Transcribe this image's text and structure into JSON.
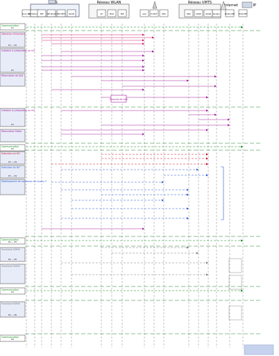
{
  "header": {
    "ms_label": "MS",
    "res_wlan_label": "Réseau WLAN",
    "res_umts_label": "Réseau UMTS",
    "internet_label": "Internet",
    "hote_label": "Hôte IP"
  },
  "lifelines": [
    {
      "label": "Envoi MIP"
    },
    {
      "label": "Contrôle MIPM"
    },
    {
      "label": "MIP"
    },
    {
      "label": "MIP WLAN"
    },
    {
      "label": "MIP UMTS"
    },
    {
      "label": "WLAN"
    },
    {
      "label": "AP"
    },
    {
      "label": "MAG"
    },
    {
      "label": "MIP"
    },
    {
      "label": "AAA"
    },
    {
      "label": "P-CSCF"
    },
    {
      "label": "PDG"
    },
    {
      "label": "RNC"
    },
    {
      "label": "SGSN"
    },
    {
      "label": "GGSN"
    },
    {
      "label": "Routeur"
    },
    {
      "label": "Mobile MIP"
    },
    {
      "label": "Hôte MIP"
    }
  ],
  "left_panels": [
    {
      "label": "Communication",
      "sub": "P1"
    },
    {
      "label": "Détection d'interface",
      "sub": "P1 — P2"
    },
    {
      "label": "Initiation & préparation au HO",
      "sub": "P2"
    },
    {
      "label": "Réservation de QoS",
      "sub": ""
    },
    {
      "label": "Initiation & préparation au HO",
      "sub": "P2"
    },
    {
      "label": "Réservation Fiable",
      "sub": ""
    },
    {
      "label": "Communication",
      "sub": "P2"
    },
    {
      "label": "Exécution du HO",
      "sub": "P3 — P4"
    },
    {
      "label": "Exécution du HO",
      "sub": "P3 — P4"
    },
    {
      "label": "Établissement de connexion de niveau 3",
      "sub": ""
    },
    {
      "label": "Communication",
      "sub": "P4 — P5"
    },
    {
      "label": "Procédure MIPv6",
      "sub": "P4 — P5"
    },
    {
      "label": "Procédure MIPv6",
      "sub": ""
    },
    {
      "label": "Communication",
      "sub": "P5"
    },
    {
      "label": "Procédure MIPv6",
      "sub": "P5 — P6"
    },
    {
      "label": "Communication",
      "sub": "P6"
    }
  ],
  "messages": [
    {
      "text": ""
    },
    {
      "text": ""
    },
    {
      "text": ""
    },
    {
      "text": ""
    },
    {
      "text": ""
    },
    {
      "text": ""
    },
    {
      "text": ""
    },
    {
      "text": ""
    },
    {
      "text": ""
    },
    {
      "text": ""
    },
    {
      "text": ""
    },
    {
      "text": ""
    },
    {
      "text": ""
    },
    {
      "text": ""
    },
    {
      "text": ""
    },
    {
      "text": ""
    },
    {
      "text": ""
    },
    {
      "text": ""
    },
    {
      "text": ""
    },
    {
      "text": ""
    },
    {
      "text": ""
    },
    {
      "text": ""
    },
    {
      "text": ""
    },
    {
      "text": ""
    },
    {
      "text": ""
    },
    {
      "text": ""
    },
    {
      "text": ""
    },
    {
      "text": ""
    },
    {
      "text": ""
    },
    {
      "text": ""
    },
    {
      "text": ""
    },
    {
      "text": ""
    },
    {
      "text": ""
    },
    {
      "text": ""
    },
    {
      "text": ""
    },
    {
      "text": ""
    },
    {
      "text": ""
    },
    {
      "text": ""
    },
    {
      "text": ""
    },
    {
      "text": ""
    }
  ],
  "notes": [
    {
      "text": "Mesures de QoS"
    }
  ],
  "colors": {
    "comm": "#0a8a14",
    "detect": "#d4186c",
    "prep": "#a21a9c",
    "exec_red": "#c8102e",
    "exec_blue": "#2457d6",
    "mip": "#7a7a7a",
    "panel_bg": "#e8ecf8"
  }
}
